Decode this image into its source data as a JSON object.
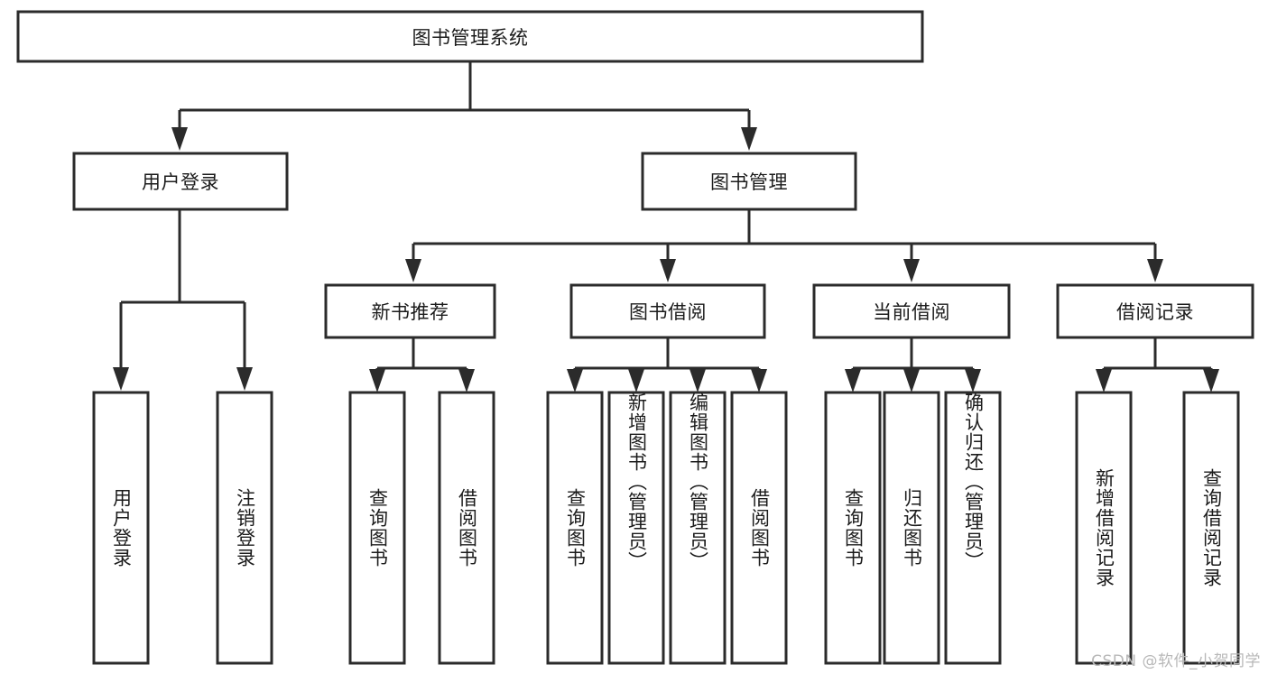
{
  "diagram": {
    "type": "tree-hierarchy",
    "title": "图书管理系统",
    "watermark": "CSDN @软件_小贺同学",
    "colors": {
      "background": "#ffffff",
      "box_stroke": "#2b2b2b",
      "box_fill": "#ffffff",
      "text": "#1c1c1c",
      "watermark": "#b8b8b8"
    },
    "nodes": {
      "root": {
        "label": "图书管理系统",
        "level": 0,
        "orientation": "horizontal"
      },
      "level1": [
        {
          "id": "user-login",
          "label": "用户登录",
          "orientation": "horizontal"
        },
        {
          "id": "book-management",
          "label": "图书管理",
          "orientation": "horizontal"
        }
      ],
      "level2": [
        {
          "id": "new-book-recommend",
          "label": "新书推荐",
          "orientation": "horizontal",
          "parent": "book-management"
        },
        {
          "id": "book-borrow",
          "label": "图书借阅",
          "orientation": "horizontal",
          "parent": "book-management"
        },
        {
          "id": "current-borrow",
          "label": "当前借阅",
          "orientation": "horizontal",
          "parent": "book-management"
        },
        {
          "id": "borrow-record",
          "label": "借阅记录",
          "orientation": "horizontal",
          "parent": "book-management"
        }
      ],
      "leaves": [
        {
          "id": "leaf-user-login",
          "label": "用户登录",
          "orientation": "vertical",
          "parent": "user-login"
        },
        {
          "id": "leaf-user-logout",
          "label": "注销登录",
          "orientation": "vertical",
          "parent": "user-login"
        },
        {
          "id": "leaf-query-book-1",
          "label": "查询图书",
          "orientation": "vertical",
          "parent": "new-book-recommend"
        },
        {
          "id": "leaf-borrow-book-1",
          "label": "借阅图书",
          "orientation": "vertical",
          "parent": "new-book-recommend"
        },
        {
          "id": "leaf-query-book-2",
          "label": "查询图书",
          "orientation": "vertical",
          "parent": "book-borrow"
        },
        {
          "id": "leaf-add-book",
          "label": "新增图书（管理员）",
          "orientation": "vertical",
          "parent": "book-borrow"
        },
        {
          "id": "leaf-edit-book",
          "label": "编辑图书（管理员）",
          "orientation": "vertical",
          "parent": "book-borrow"
        },
        {
          "id": "leaf-borrow-book-2",
          "label": "借阅图书",
          "orientation": "vertical",
          "parent": "book-borrow"
        },
        {
          "id": "leaf-query-book-3",
          "label": "查询图书",
          "orientation": "vertical",
          "parent": "current-borrow"
        },
        {
          "id": "leaf-return-book",
          "label": "归还图书",
          "orientation": "vertical",
          "parent": "current-borrow"
        },
        {
          "id": "leaf-confirm-return",
          "label": "确认归还（管理员）",
          "orientation": "vertical",
          "parent": "current-borrow"
        },
        {
          "id": "leaf-add-record",
          "label": "新增借阅记录",
          "orientation": "vertical",
          "parent": "borrow-record"
        },
        {
          "id": "leaf-query-record",
          "label": "查询借阅记录",
          "orientation": "vertical",
          "parent": "borrow-record"
        }
      ]
    }
  }
}
